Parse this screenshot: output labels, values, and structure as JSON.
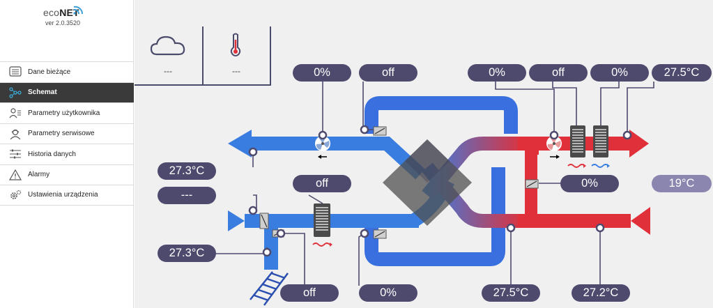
{
  "app": {
    "logo_light": "eco",
    "logo_bold": "NET",
    "version": "ver 2.0.3520"
  },
  "sidebar": {
    "items": [
      {
        "label": "Dane bieżące",
        "icon": "screen-icon",
        "active": false
      },
      {
        "label": "Schemat",
        "icon": "schema-icon",
        "active": true
      },
      {
        "label": "Parametry użytkownika",
        "icon": "user-params-icon",
        "active": false
      },
      {
        "label": "Parametry serwisowe",
        "icon": "service-icon",
        "active": false
      },
      {
        "label": "Historia danych",
        "icon": "history-icon",
        "active": false
      },
      {
        "label": "Alarmy",
        "icon": "alarm-icon",
        "active": false
      },
      {
        "label": "Ustawienia urządzenia",
        "icon": "settings-icon",
        "active": false
      }
    ]
  },
  "weather": {
    "cloud_value": "---",
    "temp_value": "---"
  },
  "schema": {
    "exhaust_fan_pct": "0%",
    "exhaust_damper": "off",
    "supply_fan_pct": "0%",
    "supply_damper": "off",
    "heater_pct": "0%",
    "supply_temp": "27.5°C",
    "outdoor_exhaust_temp": "27.3°C",
    "outdoor_extra": "---",
    "preheater": "off",
    "bypass_pct": "0%",
    "room_temp_target": "19°C",
    "intake_temp": "27.3°C",
    "ground_exchanger": "off",
    "bottom_damper_pct": "0%",
    "extract_temp": "27.5°C",
    "return_temp": "27.2°C"
  },
  "colors": {
    "pill": "#4d4a6e",
    "pill_light": "#8a86b0",
    "cold_air": "#3a7de0",
    "warm_air": "#e0313b",
    "active_menu": "#3a3a3a"
  }
}
